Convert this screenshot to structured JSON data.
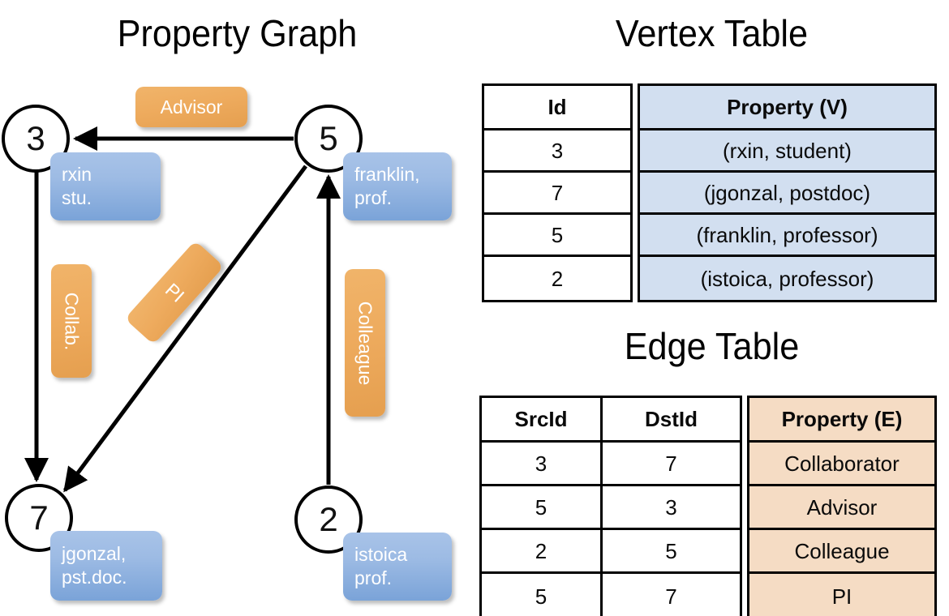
{
  "titles": {
    "property_graph": "Property Graph",
    "vertex_table": "Vertex Table",
    "edge_table": "Edge Table"
  },
  "graph": {
    "nodes": [
      {
        "id": "3",
        "property_lines": [
          "rxin",
          "stu."
        ]
      },
      {
        "id": "5",
        "property_lines": [
          "franklin,",
          "prof."
        ]
      },
      {
        "id": "7",
        "property_lines": [
          "jgonzal,",
          "pst.doc."
        ]
      },
      {
        "id": "2",
        "property_lines": [
          "istoica",
          "prof."
        ]
      }
    ],
    "edge_labels": [
      {
        "name": "advisor",
        "text": "Advisor"
      },
      {
        "name": "collab",
        "text": "Collab."
      },
      {
        "name": "pi",
        "text": "PI"
      },
      {
        "name": "colleague",
        "text": "Colleague"
      }
    ]
  },
  "vertex_table": {
    "headers": [
      "Id",
      "Property (V)"
    ],
    "rows": [
      [
        "3",
        "(rxin, student)"
      ],
      [
        "7",
        "(jgonzal, postdoc)"
      ],
      [
        "5",
        "(franklin, professor)"
      ],
      [
        "2",
        "(istoica, professor)"
      ]
    ]
  },
  "edge_table": {
    "headers": [
      "SrcId",
      "DstId",
      "Property (E)"
    ],
    "rows": [
      [
        "3",
        "7",
        "Collaborator"
      ],
      [
        "5",
        "3",
        "Advisor"
      ],
      [
        "2",
        "5",
        "Colleague"
      ],
      [
        "5",
        "7",
        "PI"
      ]
    ]
  },
  "colors": {
    "vertex_property_fill": "#d2dff0",
    "edge_property_fill": "#f5dcc4",
    "node_box_blue": "#9dbbe4",
    "edge_label_orange": "#eeab5e",
    "stroke": "#000000"
  }
}
